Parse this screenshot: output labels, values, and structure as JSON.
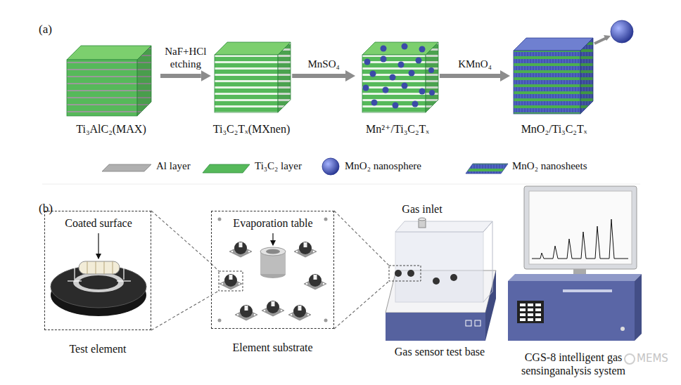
{
  "diagram": {
    "nodes": [
      {
        "text": [
          "Ti₃AlC₂(MAX)"
        ]
      },
      {
        "text": [
          "Ti₃C₂Tₓ(MXnen)"
        ]
      },
      {
        "text": [
          "Mn²⁺/Ti₃C₂Tₓ"
        ]
      },
      {
        "text": [
          "MnO₂/Ti₃C₂Tₓ"
        ]
      },
      {
        "text": [
          "Test element"
        ]
      },
      {
        "text": [
          "Element substrate"
        ]
      },
      {
        "text": [
          "Gas sensor test base"
        ]
      },
      {
        "text": [
          "CGS-8 intelligent gas sensinganalysis system"
        ]
      }
    ],
    "edges": [
      {
        "from": 0,
        "to": 1,
        "label": "NaF+HCl etching",
        "arrow": "to"
      },
      {
        "from": 1,
        "to": 2,
        "label": "MnSO₄",
        "arrow": "to"
      },
      {
        "from": 2,
        "to": 3,
        "label": "KMnO₄",
        "arrow": "to"
      },
      {
        "from": 4,
        "to": 5,
        "arrow": "none"
      },
      {
        "from": 5,
        "to": 6,
        "arrow": "none"
      }
    ],
    "labels": [
      "(a)",
      "(b)",
      "Coated surface",
      "Evaporation table",
      "Gas inlet",
      "MEMS"
    ],
    "legend": [
      {
        "text": "Al layer"
      },
      {
        "text": "Ti₃C₂ layer"
      },
      {
        "text": "MnO₂ nanosphere"
      },
      {
        "text": "MnO₂ nanosheets"
      }
    ]
  }
}
